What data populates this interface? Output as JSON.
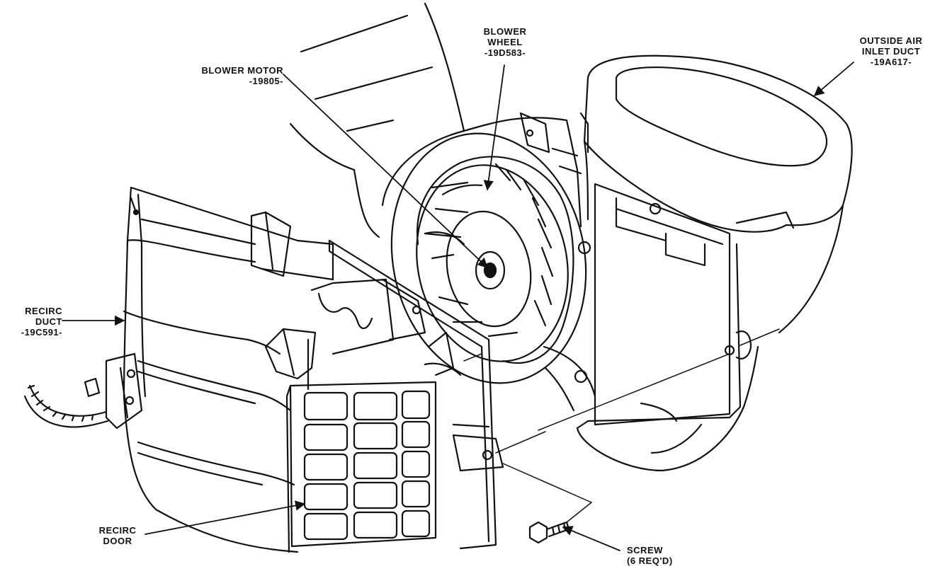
{
  "labels": {
    "blower_motor": {
      "name": "BLOWER MOTOR",
      "part": "-19805-"
    },
    "blower_wheel": {
      "line1": "BLOWER",
      "line2": "WHEEL",
      "part": "-19D583-"
    },
    "outside_air_inlet_duct": {
      "line1": "OUTSIDE AIR",
      "line2": "INLET DUCT",
      "part": "-19A617-"
    },
    "recirc_duct": {
      "line1": "RECIRC",
      "line2": "DUCT",
      "part": "-19C591-"
    },
    "recirc_door": {
      "line1": "RECIRC",
      "line2": "DOOR"
    },
    "screw": {
      "line1": "SCREW",
      "line2": "(6 REQ'D)"
    }
  },
  "colors": {
    "ink": "#111111",
    "paper": "#ffffff"
  }
}
